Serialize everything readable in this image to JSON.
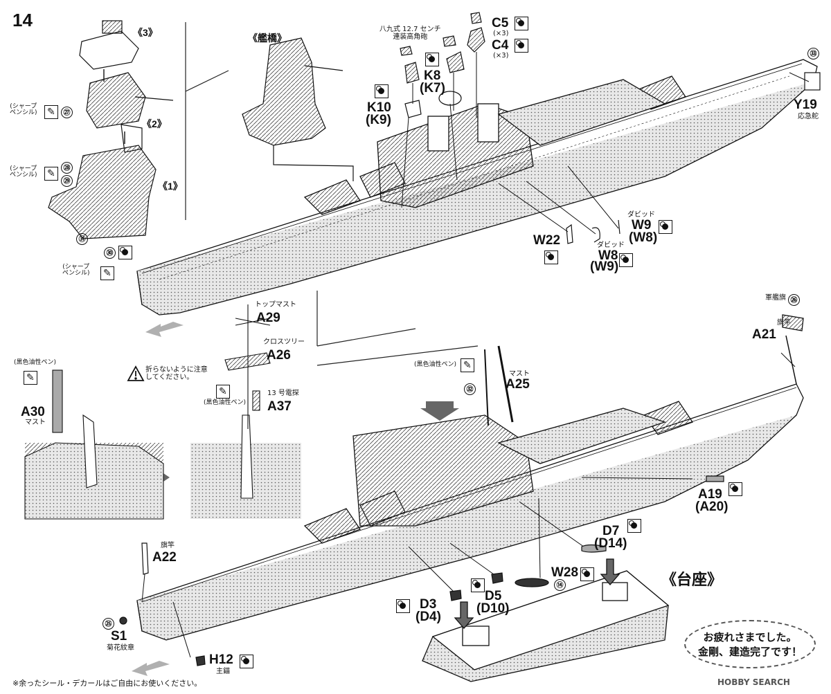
{
  "step_number": "14",
  "assemblies": {
    "bridge_title": "《艦橋》",
    "stand_title": "《台座》",
    "sub3": "《3》",
    "sub2": "《2》",
    "sub1": "《1》"
  },
  "pencil_notes": [
    {
      "text": "(シャープ\nペンシル)",
      "num": "㉗"
    },
    {
      "text": "(シャープ\nペンシル)",
      "num": "㉘"
    },
    {
      "text": "(シャープ\nペンシル)",
      "num": "㉛"
    }
  ],
  "callouts": {
    "n29": "㉙",
    "n30": "㉚",
    "n31": "㉛",
    "n32": "㉜",
    "n33": "㉝",
    "n25": "㉕",
    "n26": "㉖",
    "n14": "⑭"
  },
  "parts": {
    "c5": {
      "code": "C5",
      "qty": "(×3)"
    },
    "c4": {
      "code": "C4",
      "qty": "(×3)"
    },
    "gun_note": "八九式 12.7 センチ\n連装高角砲",
    "k8": {
      "code": "K8",
      "alt": "(K7)"
    },
    "k10": {
      "code": "K10",
      "alt": "(K9)"
    },
    "y19": {
      "code": "Y19",
      "note": "応急舵"
    },
    "w22": {
      "code": "W22"
    },
    "w9": {
      "code": "W9",
      "alt": "(W8)",
      "note": "ダビッド"
    },
    "w8": {
      "code": "W8",
      "alt": "(W9)",
      "note": "ダビッド"
    },
    "a29": {
      "code": "A29",
      "note": "トップマスト"
    },
    "a26": {
      "code": "A26",
      "note": "クロスツリー"
    },
    "a37": {
      "code": "A37",
      "note": "13 号電探"
    },
    "a30": {
      "code": "A30",
      "note": "マスト"
    },
    "a25": {
      "code": "A25",
      "note": "マスト"
    },
    "a21": {
      "code": "A21",
      "note": "旗竿"
    },
    "a26_flag": {
      "note": "軍艦旗"
    },
    "a22": {
      "code": "A22",
      "note": "旗竿"
    },
    "a19": {
      "code": "A19",
      "alt": "(A20)"
    },
    "d7": {
      "code": "D7",
      "alt": "(D14)"
    },
    "w28": {
      "code": "W28"
    },
    "d3": {
      "code": "D3",
      "alt": "(D4)"
    },
    "d5": {
      "code": "D5",
      "alt": "(D10)"
    },
    "s1": {
      "code": "S1",
      "note": "菊花紋章"
    },
    "h12": {
      "code": "H12",
      "note": "主錨"
    }
  },
  "paint_notes": {
    "black_pen_a30": "(黒色油性ペン)",
    "black_pen_a37": "(黒色油性ペン)",
    "black_pen_a25": "(黒色油性ペン)"
  },
  "warning": {
    "text": "折らないように注意\nしてください。"
  },
  "bubble": {
    "line1": "お疲れさまでした。",
    "line2": "金剛、建造完了です！"
  },
  "footer_note": "※余ったシール・デカールはご自由にお使いください。",
  "watermark": "HOBBY SEARCH",
  "colors": {
    "line": "#111111",
    "hull": "#ffffff",
    "arrow": "#b0b0b0"
  }
}
